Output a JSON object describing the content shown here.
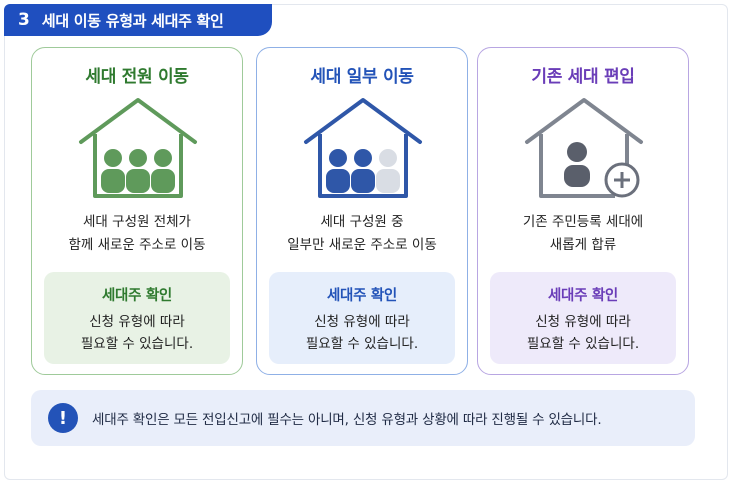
{
  "section": {
    "number": "3",
    "title": "세대 이동 유형과 세대주 확인"
  },
  "cards": [
    {
      "title": "세대 전원 이동",
      "desc_line1": "세대 구성원 전체가",
      "desc_line2": "함께 새로운 주소로 이동",
      "confirm_title": "세대주 확인",
      "confirm_line1": "신청 유형에 따라",
      "confirm_line2": "필요할 수 있습니다.",
      "accent": "#2f7a2f",
      "icon": "house-three-people-icon"
    },
    {
      "title": "세대 일부 이동",
      "desc_line1": "세대 구성원 중",
      "desc_line2": "일부만 새로운 주소로 이동",
      "confirm_title": "세대주 확인",
      "confirm_line1": "신청 유형에 따라",
      "confirm_line2": "필요할 수 있습니다.",
      "accent": "#2353b8",
      "icon": "house-partial-people-icon"
    },
    {
      "title": "기존 세대 편입",
      "desc_line1": "기존 주민등록 세대에",
      "desc_line2": "새롭게 합류",
      "confirm_title": "세대주 확인",
      "confirm_line1": "신청 유형에 따라",
      "confirm_line2": "필요할 수 있습니다.",
      "accent": "#6a3db8",
      "icon": "house-add-person-icon"
    }
  ],
  "notice": {
    "icon": "exclamation-icon",
    "text": "세대주 확인은 모든 전입신고에 필수는 아니며, 신청 유형과 상황에 따라 진행될 수 있습니다."
  }
}
